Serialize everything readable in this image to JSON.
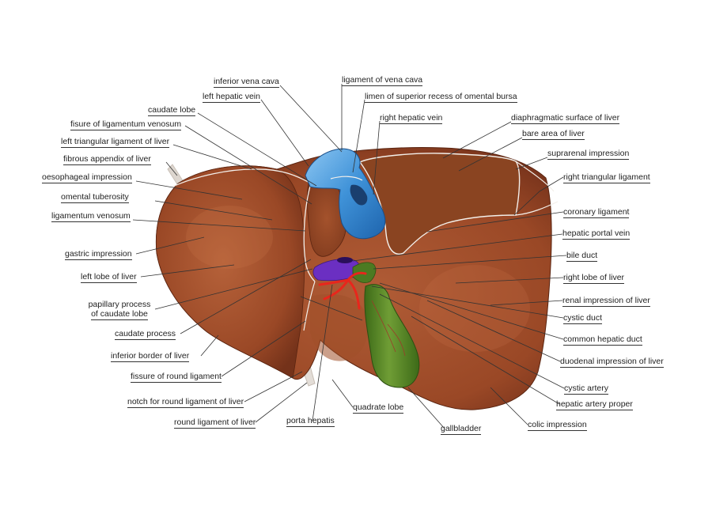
{
  "colors": {
    "liver_fill": "#9b4a26",
    "liver_highlight": "#b8643c",
    "liver_shadow": "#6e2e15",
    "bare_area": "#8e4822",
    "vena_cava": "#3f92d8",
    "portal_vein": "#6b2fc2",
    "artery": "#e8261c",
    "gallbladder": "#5d8a2a",
    "ligament": "#e8e4e0",
    "leader_line": "#333333"
  },
  "labels": {
    "inferior_vena_cava": "inferior vena cava",
    "ligament_of_vena_cava": "ligament of vena cava",
    "left_hepatic_vein": "left hepatic vein",
    "limen_of_superior_recess": "limen of superior recess of omental bursa",
    "caudate_lobe": "caudate lobe",
    "right_hepatic_vein": "right hepatic vein",
    "fissure_of_ligamentum_venosum": "fisure of ligamentum venosum",
    "diaphragmatic_surface": "diaphragmatic surface of liver",
    "left_triangular_ligament": "left triangular ligament of liver",
    "bare_area": "bare area of liver",
    "fibrous_appendix": "fibrous appendix of liver",
    "suprarenal_impression": "suprarenal impression",
    "oesophageal_impression": "oesophageal impression",
    "right_triangular_ligament": "right triangular ligament",
    "omental_tuberosity": "omental tuberosity",
    "coronary_ligament": "coronary ligament",
    "ligamentum_venosum": "ligamentum venosum",
    "hepatic_portal_vein": "hepatic portal vein",
    "gastric_impression": "gastric impression",
    "bile_duct": "bile duct",
    "left_lobe": "left lobe of liver",
    "right_lobe": "right lobe of liver",
    "papillary_process_line1": "papillary process",
    "papillary_process_line2": "of caudate lobe",
    "renal_impression": "renal impression of liver",
    "caudate_process": "caudate process",
    "cystic_duct": "cystic duct",
    "inferior_border": "inferior border of liver",
    "common_hepatic_duct": "common hepatic duct",
    "fissure_of_round_ligament": "fissure of round ligament",
    "duodenal_impression": "duodenal impression of liver",
    "cystic_artery": "cystic artery",
    "notch_for_round_ligament": "notch for round ligament of liver",
    "hepatic_artery_proper": "hepatic artery proper",
    "round_ligament": "round ligament of liver",
    "porta_hepatis": "porta hepatis",
    "quadrate_lobe": "quadrate lobe",
    "gallbladder": "gallbladder",
    "colic_impression": "colic impression"
  }
}
